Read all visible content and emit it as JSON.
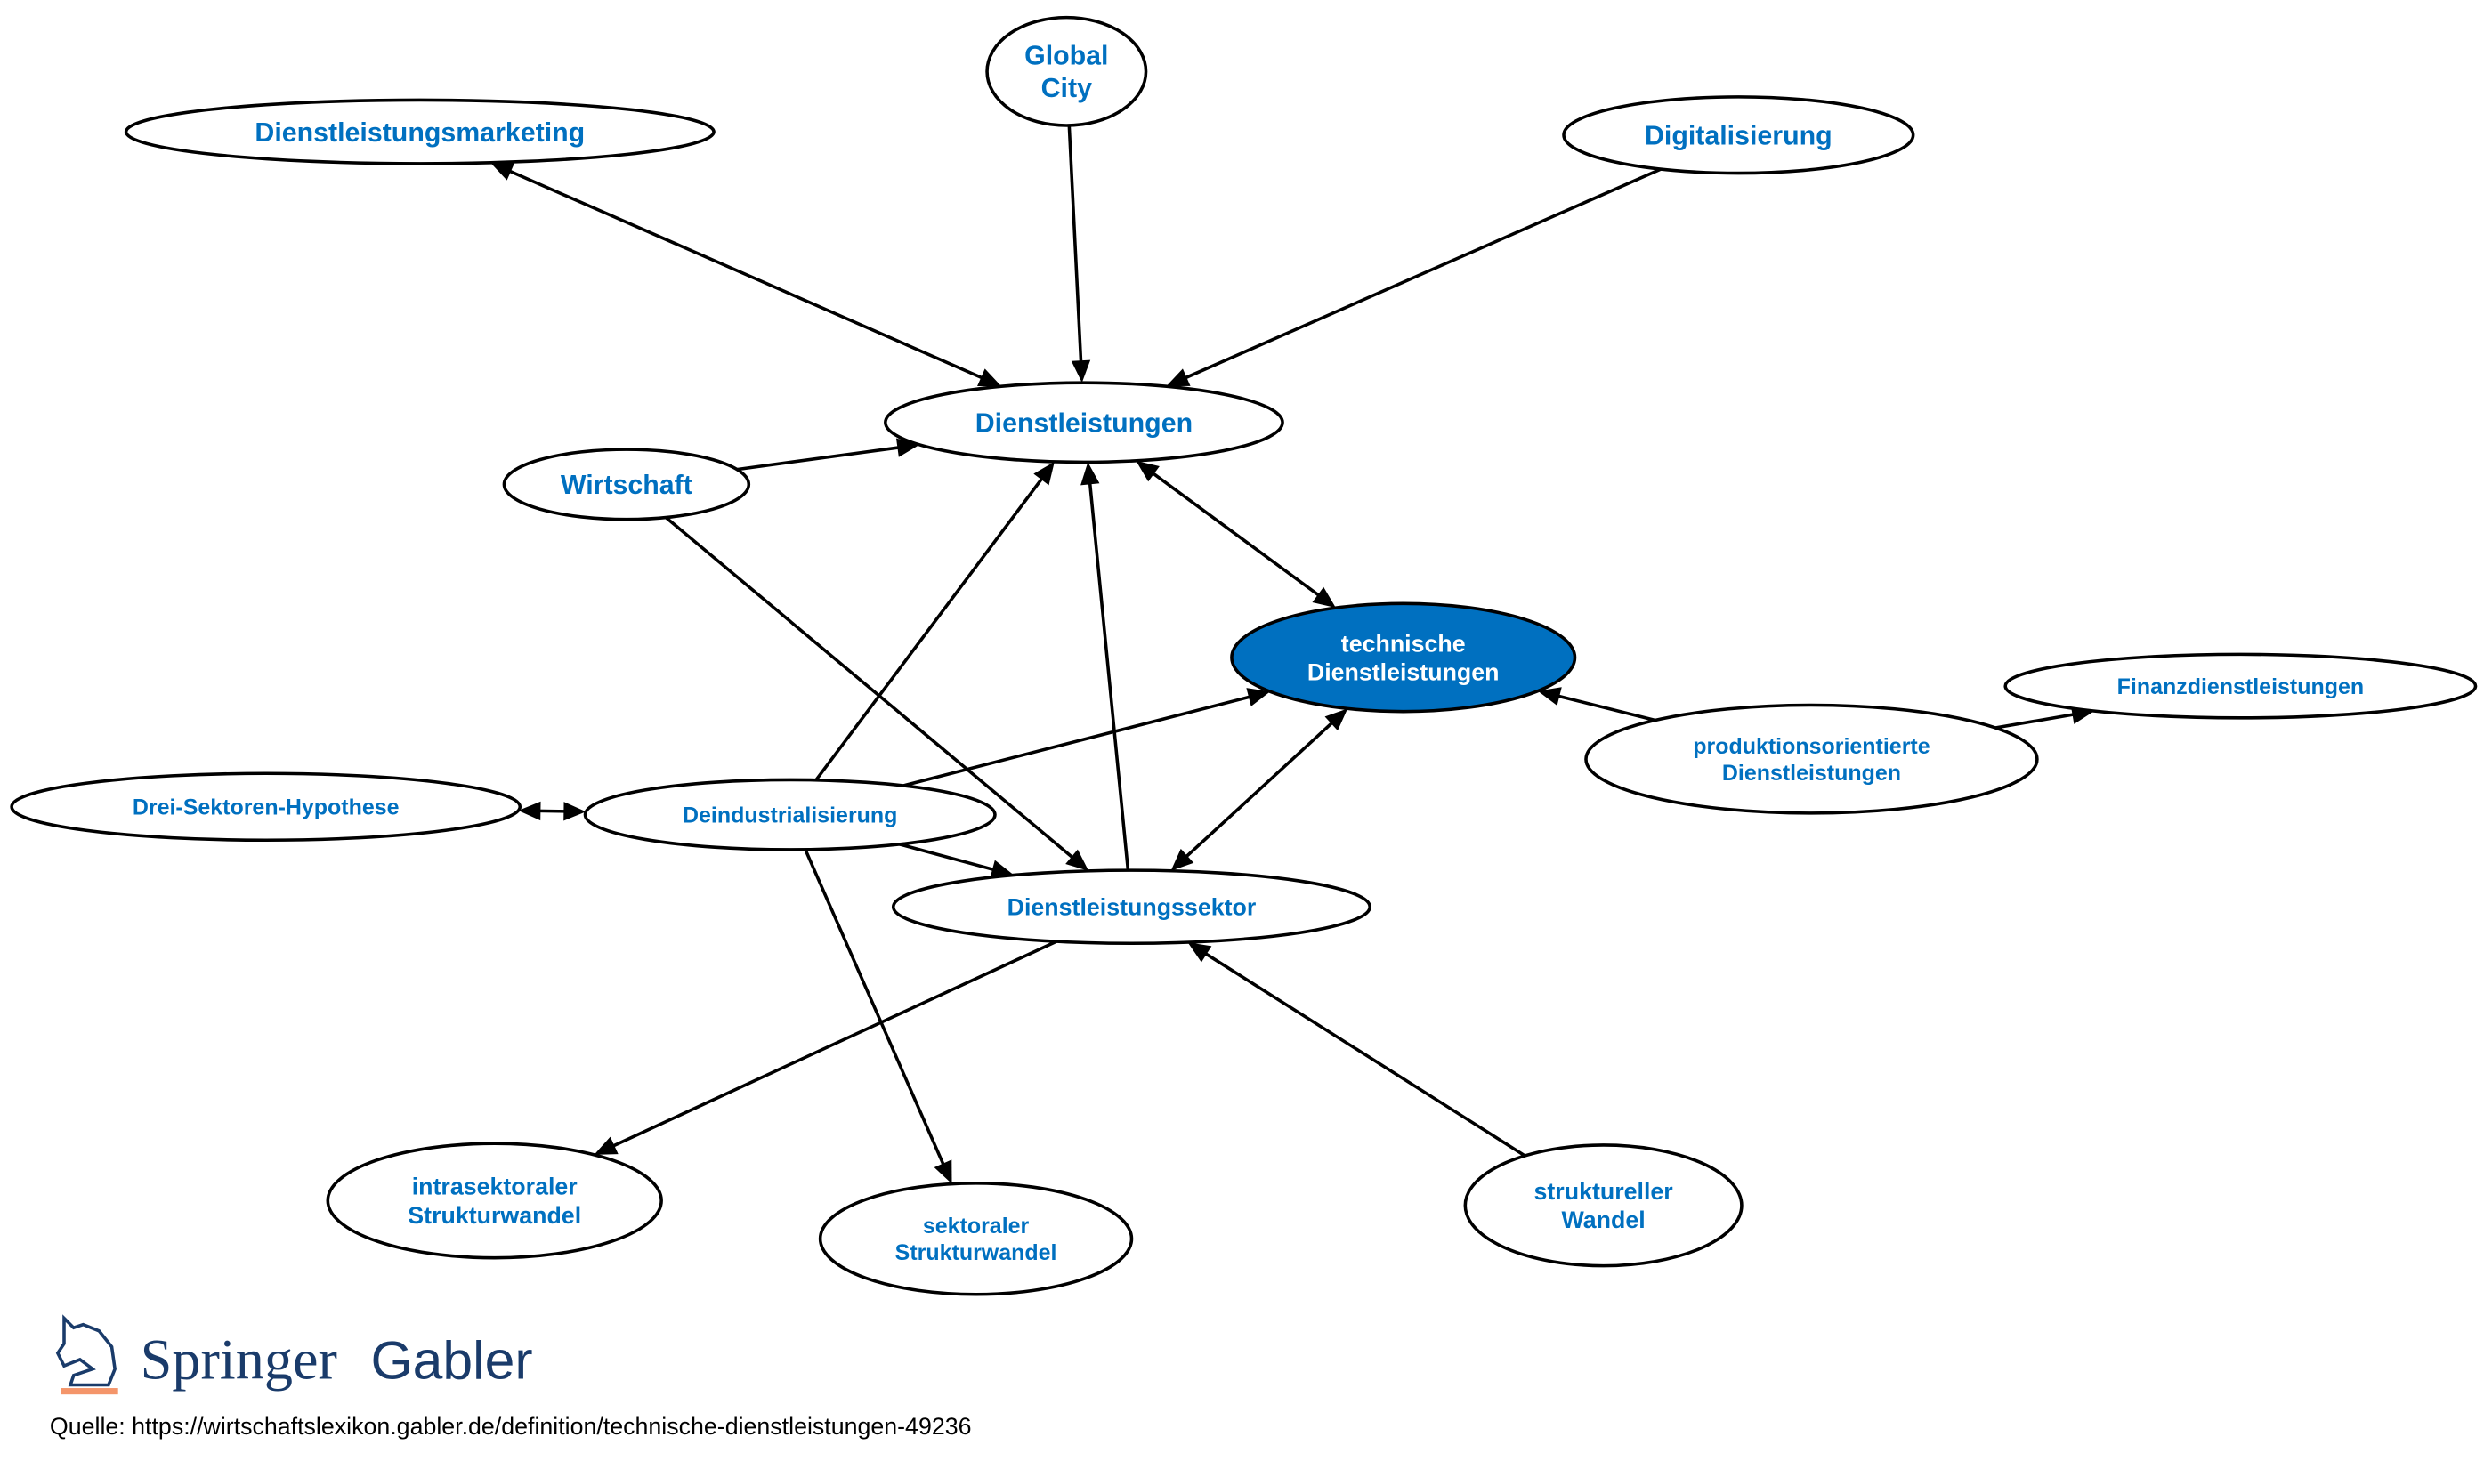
{
  "nodes": [
    {
      "id": "global_city",
      "lines": [
        "Global",
        "City"
      ],
      "focus": false
    },
    {
      "id": "dienstleistungsmarketing",
      "lines": [
        "Dienstleistungsmarketing"
      ],
      "focus": false
    },
    {
      "id": "digitalisierung",
      "lines": [
        "Digitalisierung"
      ],
      "focus": false
    },
    {
      "id": "dienstleistungen",
      "lines": [
        "Dienstleistungen"
      ],
      "focus": false
    },
    {
      "id": "wirtschaft",
      "lines": [
        "Wirtschaft"
      ],
      "focus": false
    },
    {
      "id": "technische_dienstleistungen",
      "lines": [
        "technische",
        "Dienstleistungen"
      ],
      "focus": true
    },
    {
      "id": "finanzdienstleistungen",
      "lines": [
        "Finanzdienstleistungen"
      ],
      "focus": false
    },
    {
      "id": "produktionsorientierte",
      "lines": [
        "produktionsorientierte",
        "Dienstleistungen"
      ],
      "focus": false
    },
    {
      "id": "drei_sektoren",
      "lines": [
        "Drei-Sektoren-Hypothese"
      ],
      "focus": false
    },
    {
      "id": "deindustrialisierung",
      "lines": [
        "Deindustrialisierung"
      ],
      "focus": false
    },
    {
      "id": "dienstleistungssektor",
      "lines": [
        "Dienstleistungssektor"
      ],
      "focus": false
    },
    {
      "id": "intrasektoraler",
      "lines": [
        "intrasektoraler",
        "Strukturwandel"
      ],
      "focus": false
    },
    {
      "id": "sektoraler",
      "lines": [
        "sektoraler",
        "Strukturwandel"
      ],
      "focus": false
    },
    {
      "id": "struktureller",
      "lines": [
        "struktureller",
        "Wandel"
      ],
      "focus": false
    }
  ],
  "edges": [
    {
      "from": "dienstleistungsmarketing",
      "to": "dienstleistungen",
      "bidirectional": true
    },
    {
      "from": "global_city",
      "to": "dienstleistungen",
      "bidirectional": false
    },
    {
      "from": "digitalisierung",
      "to": "dienstleistungen",
      "bidirectional": false
    },
    {
      "from": "wirtschaft",
      "to": "dienstleistungen",
      "bidirectional": false
    },
    {
      "from": "wirtschaft",
      "to": "dienstleistungssektor",
      "bidirectional": false
    },
    {
      "from": "dienstleistungen",
      "to": "technische_dienstleistungen",
      "bidirectional": true
    },
    {
      "from": "deindustrialisierung",
      "to": "dienstleistungen",
      "bidirectional": false
    },
    {
      "from": "dienstleistungssektor",
      "to": "dienstleistungen",
      "bidirectional": false
    },
    {
      "from": "deindustrialisierung",
      "to": "technische_dienstleistungen",
      "bidirectional": false
    },
    {
      "from": "dienstleistungssektor",
      "to": "technische_dienstleistungen",
      "bidirectional": true
    },
    {
      "from": "produktionsorientierte",
      "to": "technische_dienstleistungen",
      "bidirectional": false
    },
    {
      "from": "produktionsorientierte",
      "to": "finanzdienstleistungen",
      "bidirectional": false
    },
    {
      "from": "drei_sektoren",
      "to": "deindustrialisierung",
      "bidirectional": true
    },
    {
      "from": "deindustrialisierung",
      "to": "dienstleistungssektor",
      "bidirectional": false
    },
    {
      "from": "deindustrialisierung",
      "to": "sektoraler",
      "bidirectional": false
    },
    {
      "from": "dienstleistungssektor",
      "to": "intrasektoraler",
      "bidirectional": false
    },
    {
      "from": "struktureller",
      "to": "dienstleistungssektor",
      "bidirectional": false
    }
  ],
  "logo": {
    "brand": "Springer",
    "sub": "Gabler"
  },
  "source": "Quelle: https://wirtschaftslexikon.gabler.de/definition/technische-dienstleistungen-49236",
  "colors": {
    "node_text": "#0070c0",
    "focus_fill": "#0070c0",
    "logo_blue": "#1a3b6a",
    "logo_accent": "#f4956a"
  }
}
